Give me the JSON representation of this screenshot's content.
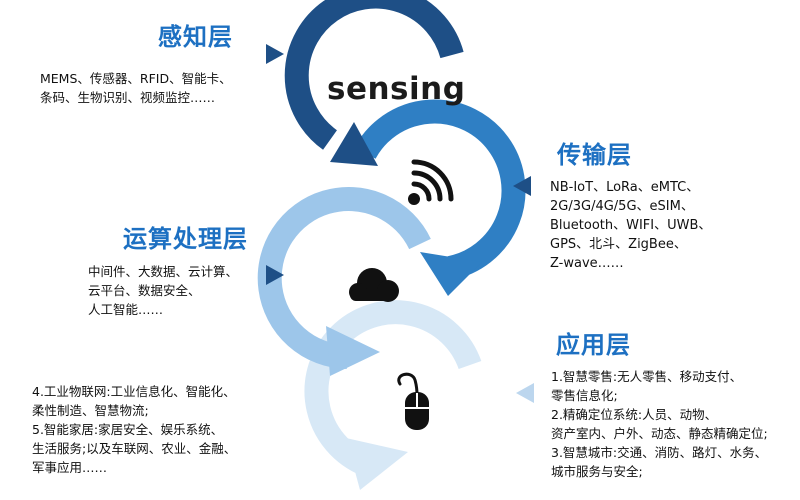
{
  "colors": {
    "sensing_ring": "#1e4f86",
    "transmission_ring": "#2f7fc4",
    "computing_ring": "#9dc6ea",
    "application_ring": "#d7e8f6",
    "title_blue": "#1d70c2",
    "pointer_dark": "#1e4f86",
    "pointer_light": "#bcd6ee"
  },
  "icons": {
    "transmission": "wifi-signal-icon",
    "computing": "cloud-icon",
    "application": "computer-mouse-icon"
  },
  "center_word": "sensing",
  "layers": {
    "sensing": {
      "title": "感知层",
      "lines": [
        "MEMS、传感器、RFID、智能卡、",
        "条码、生物识别、视频监控……"
      ]
    },
    "transmission": {
      "title": "传输层",
      "lines": [
        "NB-IoT、LoRa、eMTC、",
        "2G/3G/4G/5G、eSIM、",
        "Bluetooth、WIFI、UWB、",
        "GPS、北斗、ZigBee、",
        "Z-wave……"
      ]
    },
    "computing": {
      "title": "运算处理层",
      "lines": [
        "中间件、大数据、云计算、",
        "云平台、数据安全、",
        "人工智能……"
      ]
    },
    "application": {
      "title": "应用层",
      "lines_right": [
        "1.智慧零售:无人零售、移动支付、",
        "零售信息化;",
        "2.精确定位系统:人员、动物、",
        "资产室内、户外、动态、静态精确定位;",
        "3.智慧城市:交通、消防、路灯、水务、",
        "城市服务与安全;"
      ],
      "lines_left": [
        "4.工业物联网:工业信息化、智能化、",
        "柔性制造、智慧物流;",
        "5.智能家居:家居安全、娱乐系统、",
        "生活服务;以及车联网、农业、金融、",
        "军事应用……"
      ]
    }
  }
}
